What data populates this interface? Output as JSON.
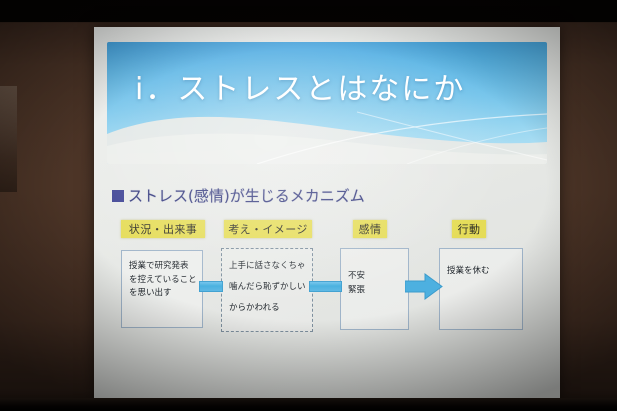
{
  "scene": {
    "type": "photo-of-projected-slide",
    "wall_color": "#4a3326",
    "screen_color": "#e9ebe8"
  },
  "slide": {
    "banner": {
      "title": "ⅰ．ストレスとはなにか",
      "gradient_top": "#3c9edd",
      "gradient_bottom": "#bde5f6",
      "text_color": "#ffffff"
    },
    "subtitle": {
      "bullet_icon": "filled-square-bullet",
      "bullet_color": "#3a3f92",
      "text": "ストレス(感情)が生じるメカニズム",
      "text_color": "#2b3178"
    },
    "diagram": {
      "header_bg": "#e5dc55",
      "connector_color": "#4cb0e0",
      "box_border": "#9fb4c9",
      "columns": [
        {
          "header": "状況・出来事",
          "box_style": "solid",
          "lines": [
            "授業で研究発表",
            "を控えていること",
            "を思い出す"
          ]
        },
        {
          "header": "考え・イメージ",
          "box_style": "dashed",
          "lines": [
            "上手に話さなくちゃ",
            "噛んだら恥ずかしい",
            "からかわれる"
          ]
        },
        {
          "header": "感情",
          "box_style": "solid",
          "lines": [
            "不安",
            "緊張"
          ]
        },
        {
          "header": "行動",
          "box_style": "solid",
          "lines": [
            "授業を休む"
          ]
        }
      ],
      "connectors": [
        {
          "name": "bar-situation-to-thought",
          "kind": "bar"
        },
        {
          "name": "bar-thought-to-emotion",
          "kind": "bar"
        },
        {
          "name": "arrow-emotion-to-behavior",
          "kind": "arrow"
        }
      ]
    }
  }
}
